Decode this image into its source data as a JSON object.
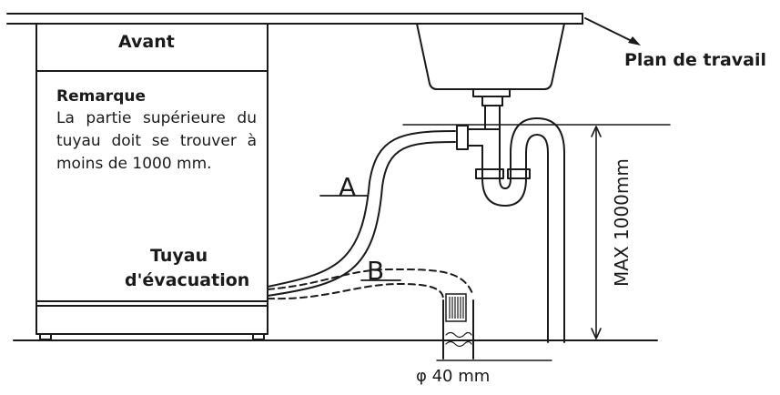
{
  "labels": {
    "front": "Avant",
    "worktop": "Plan de travail",
    "note_title": "Remarque",
    "note_body": "La partie supérieure du tuyau doit se trouver à moins de 1000 mm.",
    "hose_line1": "Tuyau",
    "hose_line2": "d'évacuation",
    "hose_a": "A",
    "hose_b": "B",
    "max_height": "MAX 1000mm",
    "diameter": "φ 40 mm"
  },
  "colors": {
    "stroke": "#1a1a1a",
    "background": "#ffffff"
  }
}
